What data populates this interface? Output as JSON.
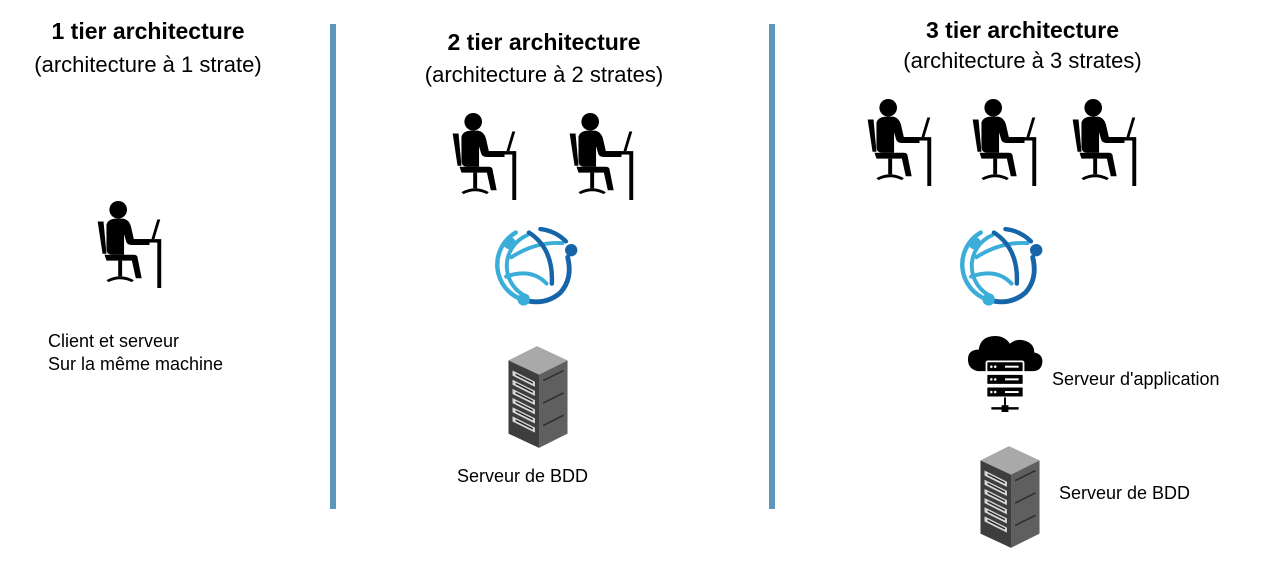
{
  "columns": [
    {
      "title": "1 tier architecture",
      "subtitle": "(architecture à 1 strate)",
      "caption_lines": [
        "Client et serveur",
        "Sur la même machine"
      ]
    },
    {
      "title": "2 tier architecture",
      "subtitle": "(architecture à 2 strates)",
      "db_label": "Serveur de BDD"
    },
    {
      "title": "3 tier architecture",
      "subtitle": "(architecture à 3 strates)",
      "app_label": "Serveur d'application",
      "db_label": "Serveur de BDD"
    }
  ],
  "colors": {
    "divider": "#5b98bb",
    "globe_light": "#3aaed8",
    "globe_dark": "#1565a8"
  },
  "icons": [
    "user-at-desk-icon",
    "network-globe-icon",
    "server-rack-icon",
    "cloud-server-icon"
  ]
}
